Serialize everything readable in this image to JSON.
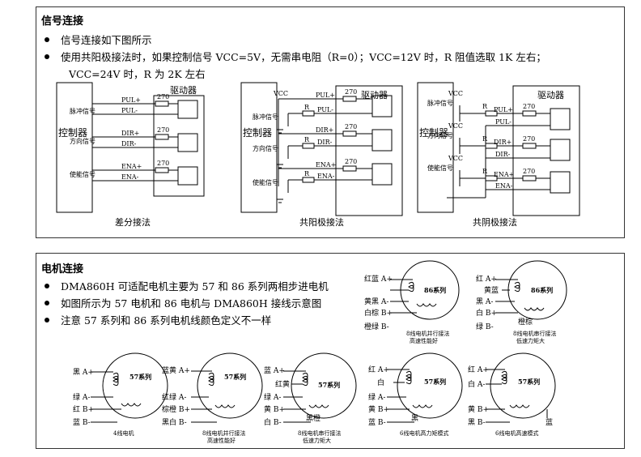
{
  "signal": {
    "title": "信号连接",
    "bullets": [
      "信号连接如下图所示",
      "使用共阳极接法时，如果控制信号 VCC=5V，无需串电阻（R=0）；VCC=12V 时，R 阻值选取 1K 左右；",
      "VCC=24V 时，R 为 2K 左右"
    ],
    "diagrams": {
      "controller": "控制器",
      "driver": "驱动器",
      "pins": [
        "PUL+",
        "PUL-",
        "DIR+",
        "DIR-",
        "ENA+",
        "ENA-"
      ],
      "resistor": "270",
      "r_label": "R",
      "vcc": "VCC",
      "sig_diff": [
        "脉冲信号",
        "方向信号",
        "使能信号"
      ],
      "captions": [
        "差分接法",
        "共阳极接法",
        "共阴极接法"
      ]
    }
  },
  "motor": {
    "title": "电机连接",
    "bullets": [
      "DMA860H 可适配电机主要为 57 和 86 系列两相步进电机",
      "如图所示为 57 电机和 86 电机与 DMA860H 接线示意图",
      "注意 57 系列和 86 系列电机线颜色定义不一样"
    ],
    "series57": "57系列",
    "series86": "86系列",
    "m86a": {
      "labels": [
        "红蓝 A+",
        "黄黑 A-",
        "白棕 B+",
        "橙绿 B-"
      ],
      "caption": [
        "8线电机并行接法",
        "高速性能好"
      ]
    },
    "m86b": {
      "labels": [
        "红 A+",
        "黄蓝",
        "黑 A-",
        "白 B+",
        "橙棕",
        "绿 B-"
      ],
      "caption": [
        "8线电机串行接法",
        "低速力矩大"
      ]
    },
    "m4": {
      "labels": [
        "黑 A+",
        "绿 A-",
        "红 B+",
        "蓝 B-"
      ],
      "caption": [
        "4线电机"
      ]
    },
    "m8p": {
      "labels": [
        "蓝黄 A+",
        "红绿 A-",
        "棕橙 B+",
        "黑白 B-"
      ],
      "caption": [
        "8线电机并行接法",
        "高速性能好"
      ]
    },
    "m8s": {
      "labels": [
        "蓝 A+",
        "红黄",
        "绿 A-",
        "黄 B+",
        "黑橙",
        "白 B-"
      ],
      "caption": [
        "8线电机串行接法",
        "低速力矩大"
      ]
    },
    "m6h": {
      "labels": [
        "红 A+",
        "白",
        "绿 A-",
        "黄 B+",
        "黑",
        "蓝 B-"
      ],
      "caption": [
        "6线电机高力矩模式"
      ]
    },
    "m6s": {
      "labels": [
        "红 A+",
        "白 A-",
        "黄 B+",
        "黑 B-",
        "蓝"
      ],
      "caption": [
        "6线电机高速模式"
      ]
    }
  }
}
